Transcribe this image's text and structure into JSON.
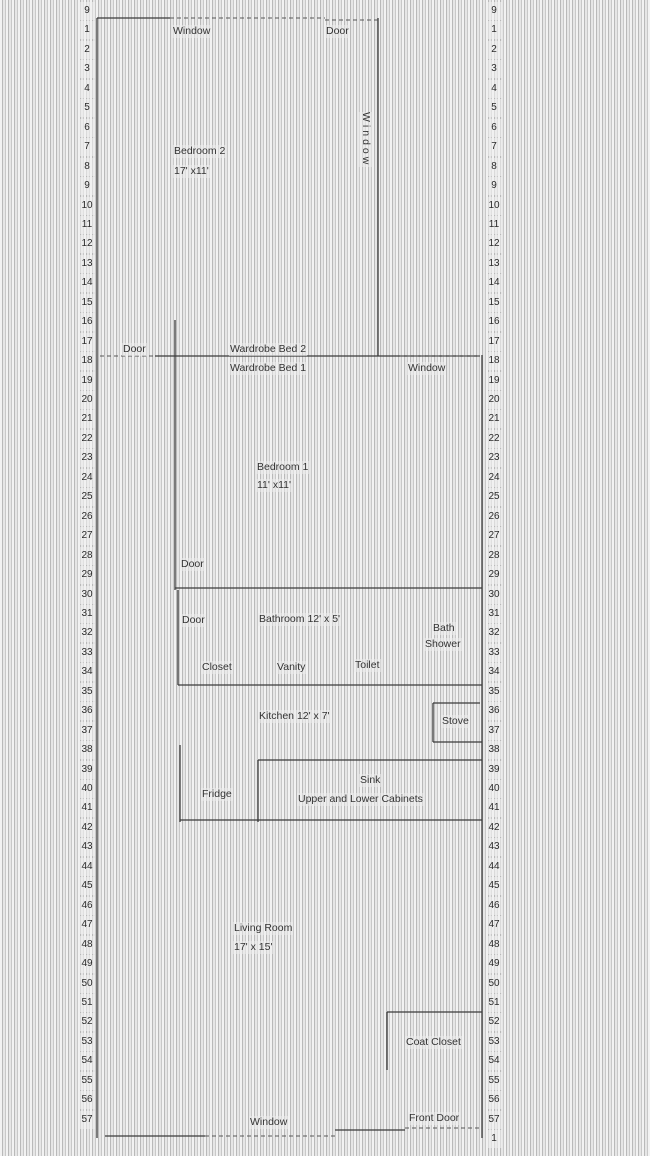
{
  "row_numbers_left": [
    "9",
    "1",
    "2",
    "3",
    "4",
    "5",
    "6",
    "7",
    "8",
    "9",
    "10",
    "11",
    "12",
    "13",
    "14",
    "15",
    "16",
    "17",
    "18",
    "19",
    "20",
    "21",
    "22",
    "23",
    "24",
    "25",
    "26",
    "27",
    "28",
    "29",
    "30",
    "31",
    "32",
    "33",
    "34",
    "35",
    "36",
    "37",
    "38",
    "39",
    "40",
    "41",
    "42",
    "43",
    "44",
    "45",
    "46",
    "47",
    "48",
    "49",
    "50",
    "51",
    "52",
    "53",
    "54",
    "55",
    "56",
    "57"
  ],
  "row_numbers_right": [
    "9",
    "1",
    "2",
    "3",
    "4",
    "5",
    "6",
    "7",
    "8",
    "9",
    "10",
    "11",
    "12",
    "13",
    "14",
    "15",
    "16",
    "17",
    "18",
    "19",
    "20",
    "21",
    "22",
    "23",
    "24",
    "25",
    "26",
    "27",
    "28",
    "29",
    "30",
    "31",
    "32",
    "33",
    "34",
    "35",
    "36",
    "37",
    "38",
    "39",
    "40",
    "41",
    "42",
    "43",
    "44",
    "45",
    "46",
    "47",
    "48",
    "49",
    "50",
    "51",
    "52",
    "53",
    "54",
    "55",
    "56",
    "57",
    "1"
  ],
  "labels": {
    "window_top": "Window",
    "door_top": "Door",
    "bedroom2_name": "Bedroom 2",
    "bedroom2_size": "17' x11'",
    "window_vertical": "Window",
    "door_left": "Door",
    "wardrobe_bed2": "Wardrobe Bed 2",
    "wardrobe_bed1": "Wardrobe Bed 1",
    "window_bed1": "Window",
    "bedroom1_name": "Bedroom 1",
    "bedroom1_size": "11' x11'",
    "door_bedroom1": "Door",
    "door_bathroom": "Door",
    "bathroom": "Bathroom 12' x 5'",
    "bath": "Bath",
    "shower": "Shower",
    "closet": "Closet",
    "vanity": "Vanity",
    "toilet": "Toilet",
    "kitchen": "Kitchen 12' x 7'",
    "stove": "Stove",
    "sink": "Sink",
    "cabinets": "Upper and Lower Cabinets",
    "fridge": "Fridge",
    "living_room_name": "Living Room",
    "living_room_size": "17' x 15'",
    "coat_closet": "Coat Closet",
    "window_bottom": "Window",
    "front_door": "Front Door"
  },
  "colors": {
    "line": "#3a3a3a",
    "dashed": "#555555",
    "text": "#333333"
  }
}
